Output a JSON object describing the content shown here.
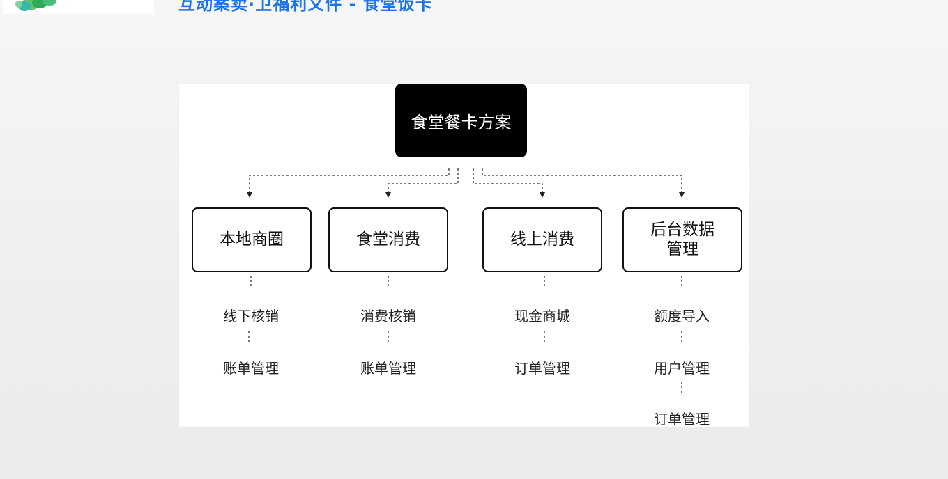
{
  "header": {
    "title": "互动案卖·卫福利义件 - 食堂饭卡"
  },
  "diagram": {
    "root": {
      "label": "食堂餐卡方案"
    },
    "branches": [
      {
        "label": "本地商圈",
        "items": [
          "线下核销",
          "账单管理"
        ]
      },
      {
        "label": "食堂消费",
        "items": [
          "消费核销",
          "账单管理"
        ]
      },
      {
        "label": "线上消费",
        "items": [
          "现金商城",
          "订单管理"
        ]
      },
      {
        "label": "后台数据\n管理",
        "items": [
          "额度导入",
          "用户管理",
          "订单管理"
        ]
      }
    ]
  }
}
